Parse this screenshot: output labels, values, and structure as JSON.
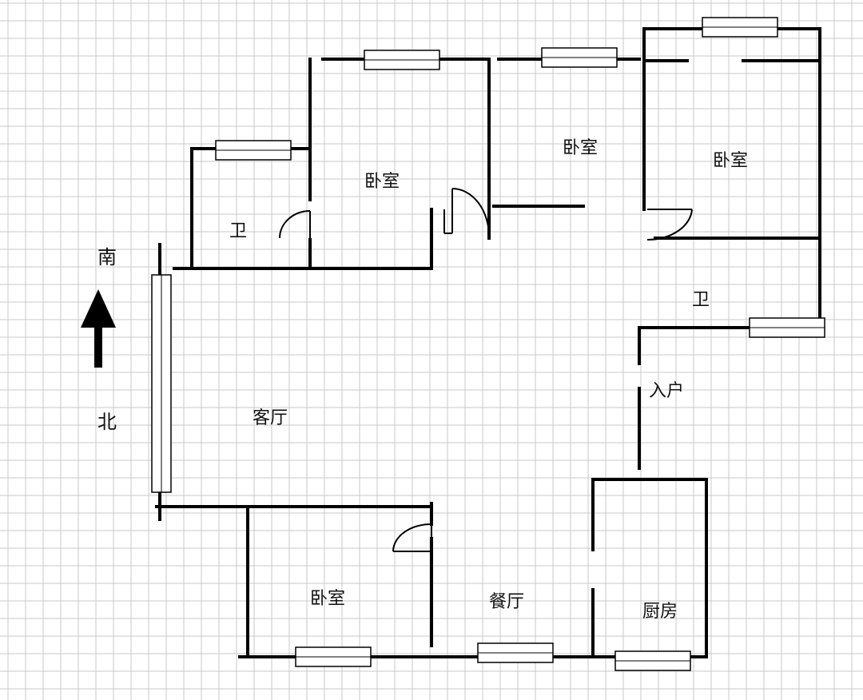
{
  "rooms": {
    "bedroom_top_left": "卧室",
    "bedroom_top_middle": "卧室",
    "bedroom_top_right": "卧室",
    "bedroom_bottom": "卧室",
    "bathroom_left": "卫",
    "bathroom_right": "卫",
    "living_room": "客厅",
    "dining_room": "餐厅",
    "kitchen": "厨房",
    "entrance": "入户"
  },
  "compass": {
    "top": "南",
    "bottom": "北"
  },
  "colors": {
    "grid": "#c8c8c8",
    "wall": "#000000",
    "background": "#ffffff"
  }
}
